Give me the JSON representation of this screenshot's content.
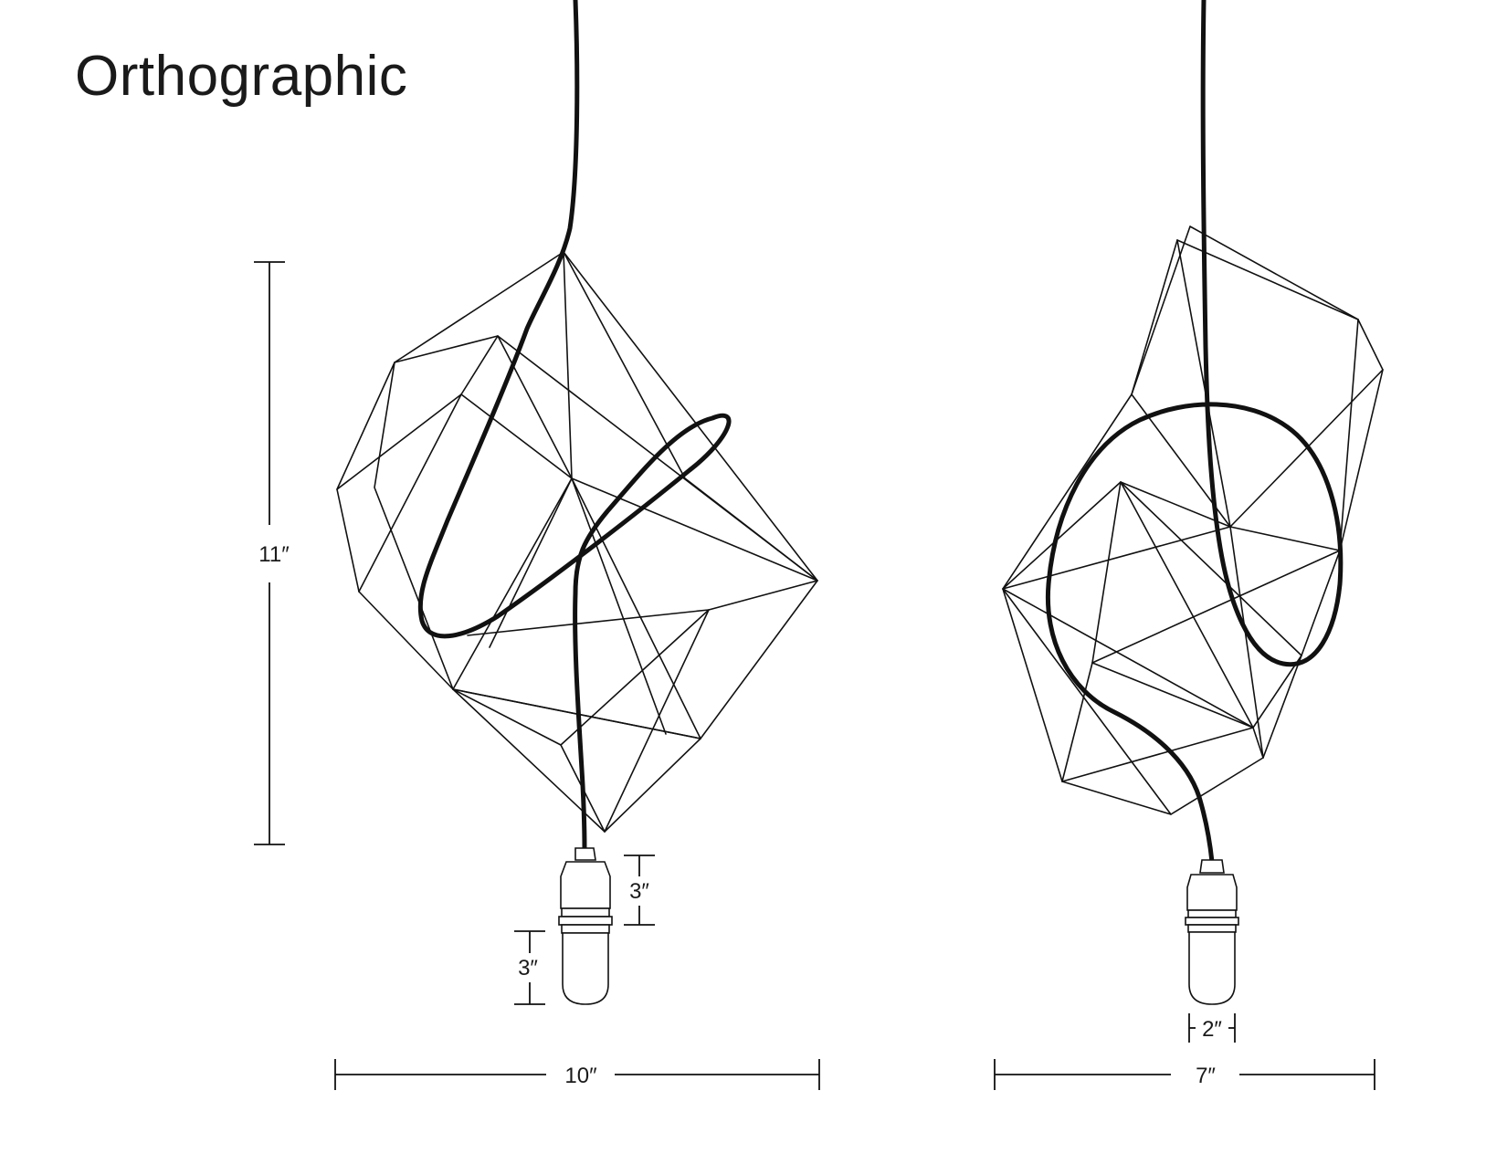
{
  "title": "Orthographic",
  "views": [
    {
      "id": "front",
      "dimensions": {
        "height": "11″",
        "width": "10″",
        "socket": "3″",
        "bulb": "3″"
      }
    },
    {
      "id": "side",
      "dimensions": {
        "width": "7″",
        "bulb_diameter": "2″"
      }
    }
  ]
}
